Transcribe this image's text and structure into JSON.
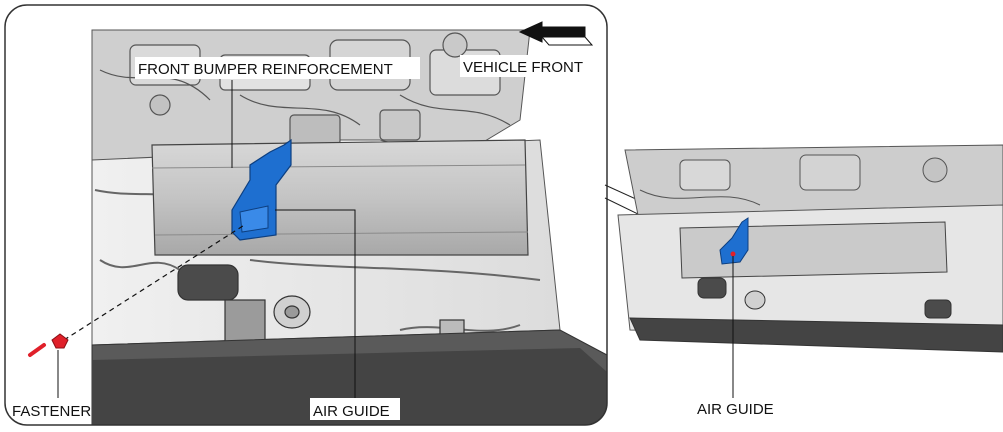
{
  "labels": {
    "bumper_reinforcement": "FRONT BUMPER REINFORCEMENT",
    "vehicle_front": "VEHICLE FRONT",
    "fastener": "FASTENER",
    "air_guide_main": "AIR GUIDE",
    "air_guide_inset": "AIR GUIDE"
  },
  "colors": {
    "air_guide": "#1e6fd0",
    "fastener": "#e0202a",
    "frame": "#333333",
    "chassis_light": "#e4e4e4",
    "chassis_dark": "#5a5a5a"
  },
  "icons": {
    "direction": "arrow-left-icon"
  }
}
